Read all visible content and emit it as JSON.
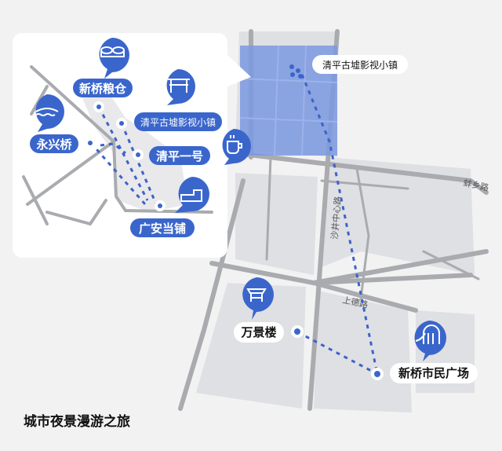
{
  "title": "城市夜景漫游之旅",
  "roads": {
    "bengxiang": "蚌乡路",
    "shajing": "沙井中心路",
    "shangde": "上德路"
  },
  "inset": {
    "places": [
      {
        "name": "新桥粮仓",
        "icon": "granary-icon"
      },
      {
        "name": "清平古墟影视小镇",
        "icon": "archway-icon"
      },
      {
        "name": "永兴桥",
        "icon": "bridge-icon"
      },
      {
        "name": "清平一号",
        "icon": "coffee-cup-icon"
      },
      {
        "name": "广安当铺",
        "icon": "shop-icon"
      }
    ]
  },
  "main": {
    "highlight_area": "清平古墟影视小镇",
    "places": [
      {
        "name": "万景楼",
        "icon": "pavilion-icon"
      },
      {
        "name": "新桥市民广场",
        "icon": "plaza-arch-icon"
      }
    ]
  },
  "colors": {
    "accent": "#3a66cc",
    "highlight": "#7b98e0"
  }
}
